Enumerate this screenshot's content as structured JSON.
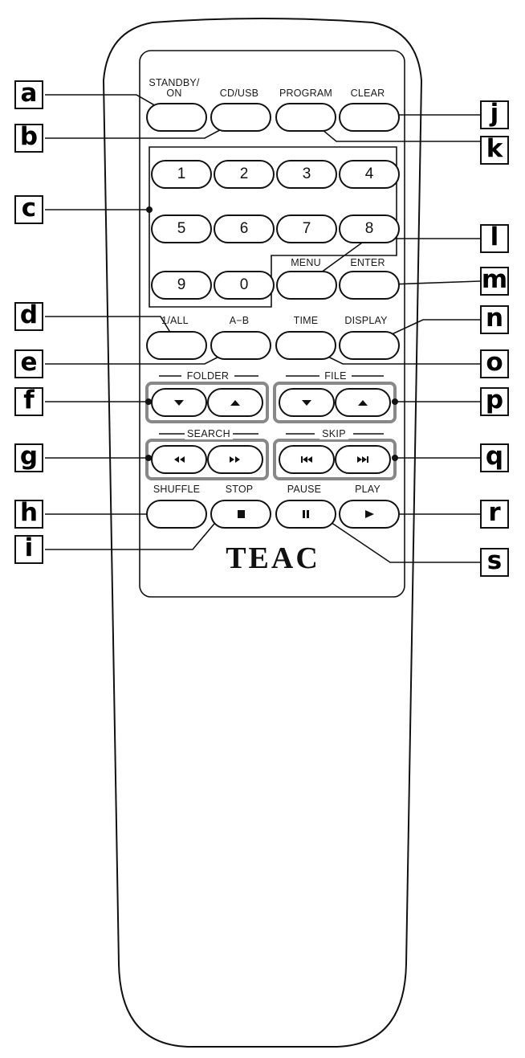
{
  "brand": "TEAC",
  "labels": {
    "standby": "STANDBY/\nON",
    "cdusb": "CD/USB",
    "program": "PROGRAM",
    "clear": "CLEAR",
    "menu": "MENU",
    "enter": "ENTER",
    "one_all": "1/ALL",
    "ab": "A−B",
    "time": "TIME",
    "display": "DISPLAY",
    "shuffle": "SHUFFLE",
    "stop": "STOP",
    "pause": "PAUSE",
    "play": "PLAY"
  },
  "groups": {
    "folder": "FOLDER",
    "file": "FILE",
    "search": "SEARCH",
    "skip": "SKIP"
  },
  "digits": [
    "1",
    "2",
    "3",
    "4",
    "5",
    "6",
    "7",
    "8",
    "9",
    "0"
  ],
  "callouts": {
    "a": "a",
    "b": "b",
    "c": "c",
    "d": "d",
    "e": "e",
    "f": "f",
    "g": "g",
    "h": "h",
    "i": "i",
    "j": "j",
    "k": "k",
    "l": "l",
    "m": "m",
    "n": "n",
    "o": "o",
    "p": "p",
    "q": "q",
    "r": "r",
    "s": "s"
  },
  "icons": {
    "folder_down": "down-triangle-icon",
    "folder_up": "up-triangle-icon",
    "file_down": "down-triangle-icon",
    "file_up": "up-triangle-icon",
    "search_back": "rewind-icon",
    "search_fwd": "fast-forward-icon",
    "skip_back": "skip-back-icon",
    "skip_fwd": "skip-forward-icon",
    "stop": "stop-icon",
    "pause": "pause-icon",
    "play": "play-icon"
  },
  "colors": {
    "group_outline": "#888888",
    "ink": "#111111"
  }
}
